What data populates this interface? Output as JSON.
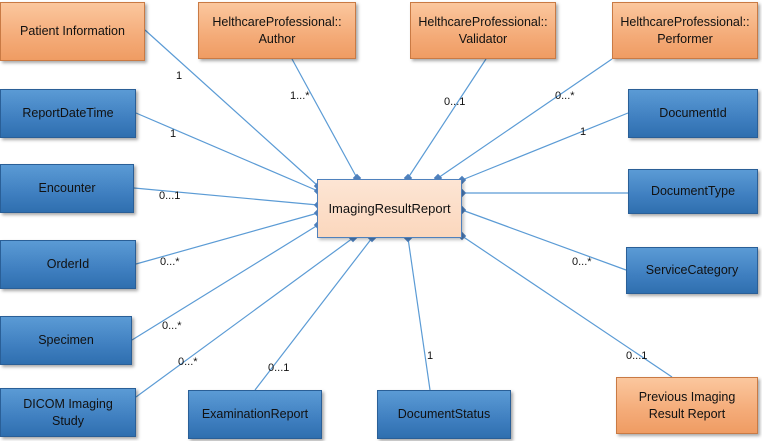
{
  "center": {
    "label": "ImagingResultReport"
  },
  "nodes": [
    {
      "id": "patient-information",
      "label": "Patient Information",
      "color": "orange",
      "multiplicity": "1"
    },
    {
      "id": "author",
      "label": "HelthcareProfessional::\nAuthor",
      "color": "orange",
      "multiplicity": "1...*"
    },
    {
      "id": "validator",
      "label": "HelthcareProfessional::\nValidator",
      "color": "orange",
      "multiplicity": "0...1"
    },
    {
      "id": "performer",
      "label": "HelthcareProfessional::\nPerformer",
      "color": "orange",
      "multiplicity": "0...*"
    },
    {
      "id": "report-date-time",
      "label": "ReportDateTime",
      "color": "blue",
      "multiplicity": "1"
    },
    {
      "id": "document-id",
      "label": "DocumentId",
      "color": "blue",
      "multiplicity": "1"
    },
    {
      "id": "encounter",
      "label": "Encounter",
      "color": "blue",
      "multiplicity": "0...1"
    },
    {
      "id": "document-type",
      "label": "DocumentType",
      "color": "blue",
      "multiplicity": ""
    },
    {
      "id": "order-id",
      "label": "OrderId",
      "color": "blue",
      "multiplicity": "0...*"
    },
    {
      "id": "service-category",
      "label": "ServiceCategory",
      "color": "blue",
      "multiplicity": "0...*"
    },
    {
      "id": "specimen",
      "label": "Specimen",
      "color": "blue",
      "multiplicity": "0...*"
    },
    {
      "id": "dicom-imaging-study",
      "label": "DICOM Imaging\nStudy",
      "color": "blue",
      "multiplicity": "0...*"
    },
    {
      "id": "examination-report",
      "label": "ExaminationReport",
      "color": "blue",
      "multiplicity": "0...1"
    },
    {
      "id": "document-status",
      "label": "DocumentStatus",
      "color": "blue",
      "multiplicity": "1"
    },
    {
      "id": "previous-imaging-result-report",
      "label": "Previous Imaging\nResult Report",
      "color": "orange",
      "multiplicity": "0...1"
    }
  ],
  "colors": {
    "blue": "#3f7fc0",
    "orange": "#f4ab78",
    "center_fill": "#fbd7bd",
    "line": "#5b9bd5",
    "diamond": "#4f81bd"
  }
}
